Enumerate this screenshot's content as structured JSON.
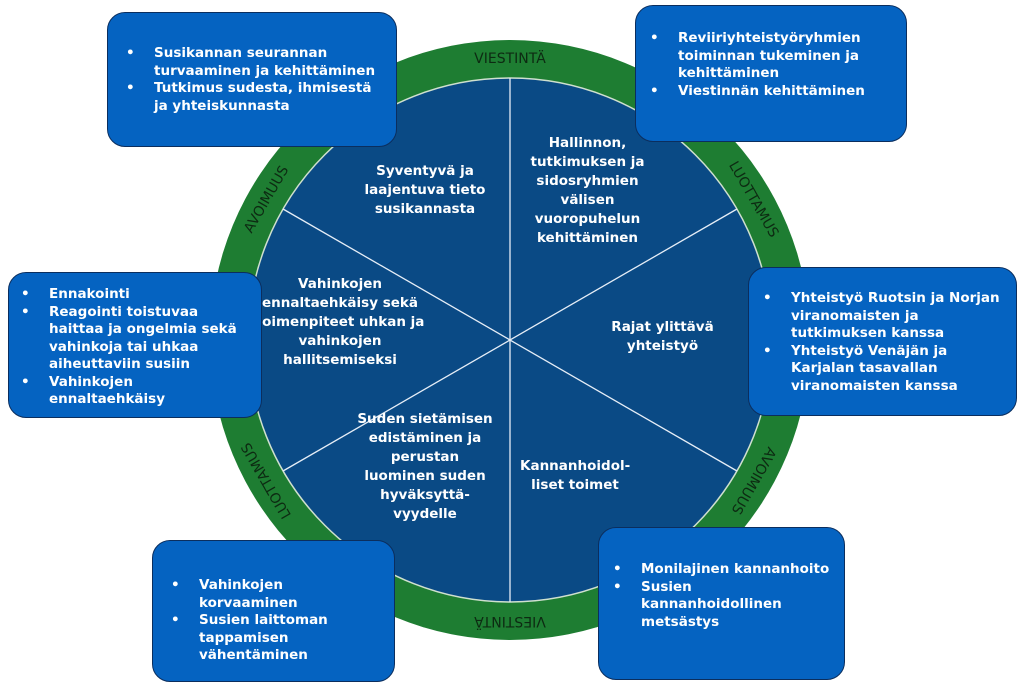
{
  "colors": {
    "ring": "#1e7d32",
    "inner": "#0a4a85",
    "box": "#0563c1",
    "ring_text": "#0d2a12"
  },
  "ring_labels": [
    "VIESTINTÄ",
    "LUOTTAMUS",
    "AVOIMUUS",
    "VIESTINTÄ",
    "LUOTTAMUS",
    "AVOIMUUS"
  ],
  "segments": [
    "Syventyvä ja laajentuva tieto susikannasta",
    "Hallinnon, tutkimuksen ja sidosryhmien välisen vuoropuhelun kehittäminen",
    "Rajat ylittävä yhteistyö",
    "Kannanhoidol-liset toimet",
    "Suden sietämisen edistäminen ja perustan luominen suden hyväksyttä-vyydelle",
    "Vahinkojen ennaltaehkäisy sekä toimenpiteet uhkan ja vahinkojen hallitsemiseksi"
  ],
  "boxes": {
    "top_left": [
      "Susikannan seurannan turvaaminen ja kehittäminen",
      "Tutkimus sudesta, ihmisestä ja yhteiskunnasta"
    ],
    "top_right": [
      "Reviiriyhteistyöryhmien toiminnan tukeminen ja kehittäminen",
      "Viestinnän kehittäminen"
    ],
    "mid_left": [
      "Ennakointi",
      "Reagointi toistuvaa haittaa ja ongelmia sekä vahinkoja tai uhkaa aiheuttaviin susiin",
      "Vahinkojen ennaltaehkäisy"
    ],
    "mid_right": [
      "Yhteistyö Ruotsin ja Norjan viranomaisten ja tutkimuksen kanssa",
      "Yhteistyö Venäjän ja Karjalan tasavallan viranomaisten kanssa"
    ],
    "bottom_left": [
      "Vahinkojen korvaaminen",
      "Susien laittoman tappamisen vähentäminen"
    ],
    "bottom_right": [
      "Monilajinen kannanhoito",
      "Susien kannanhoidollinen metsästys"
    ]
  }
}
